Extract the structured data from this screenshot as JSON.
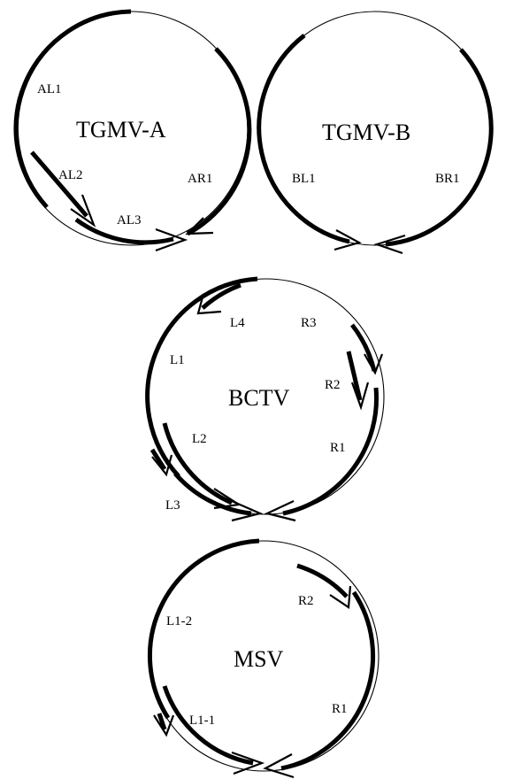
{
  "diagrams": [
    {
      "key": "tgmv_a",
      "title": "TGMV-A",
      "orfs": [
        {
          "name": "al1",
          "label": "AL1"
        },
        {
          "name": "al2",
          "label": "AL2"
        },
        {
          "name": "al3",
          "label": "AL3"
        },
        {
          "name": "ar1",
          "label": "AR1"
        }
      ]
    },
    {
      "key": "tgmv_b",
      "title": "TGMV-B",
      "orfs": [
        {
          "name": "bl1",
          "label": "BL1"
        },
        {
          "name": "br1",
          "label": "BR1"
        }
      ]
    },
    {
      "key": "bctv",
      "title": "BCTV",
      "orfs": [
        {
          "name": "l4",
          "label": "L4"
        },
        {
          "name": "r3",
          "label": "R3"
        },
        {
          "name": "l1",
          "label": "L1"
        },
        {
          "name": "r2",
          "label": "R2"
        },
        {
          "name": "l2",
          "label": "L2"
        },
        {
          "name": "r1",
          "label": "R1"
        },
        {
          "name": "l3",
          "label": "L3"
        }
      ]
    },
    {
      "key": "msv",
      "title": "MSV",
      "orfs": [
        {
          "name": "r2",
          "label": "R2"
        },
        {
          "name": "l1-2",
          "label": "L1-2"
        },
        {
          "name": "r1",
          "label": "R1"
        },
        {
          "name": "l1-1",
          "label": "L1-1"
        }
      ]
    }
  ]
}
